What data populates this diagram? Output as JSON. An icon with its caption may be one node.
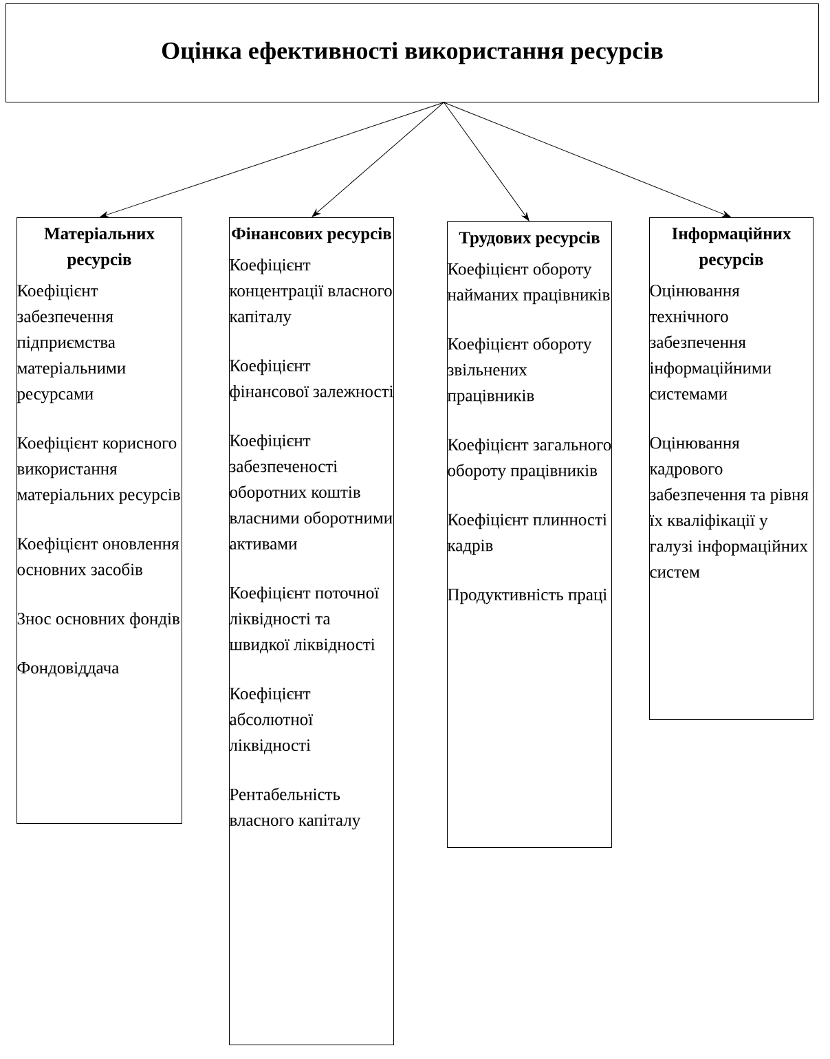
{
  "diagram": {
    "nodes": [
      {
        "text": [
          "Оцінка ефективності використання ресурсів"
        ]
      },
      {
        "text": [
          "Матеріальних ресурсів",
          "Коефіцієнт забезпечення підприємства матеріальними ресурсами",
          "Коефіцієнт корисного використання матеріальних ресурсів",
          "Коефіцієнт оновлення основних засобів",
          "Знос основних фондів",
          "Фондовіддача"
        ]
      },
      {
        "text": [
          "Фінансових ресурсів",
          "Коефіцієнт концентрації власного капіталу",
          "Коефіцієнт фінансової залежності",
          "Коефіцієнт забезпеченості оборотних коштів власними оборотними активами",
          "Коефіцієнт поточної ліквідності та швидкої ліквідності",
          "Коефіцієнт абсолютної ліквідності",
          "Рентабельність власного капіталу"
        ]
      },
      {
        "text": [
          "Трудових ресурсів",
          "Коефіцієнт обороту найманих працівників",
          "Коефіцієнт обороту звільнених працівників",
          "Коефіцієнт загального обороту працівників",
          "Коефіцієнт плинності кадрів",
          "Продуктивність праці"
        ]
      },
      {
        "text": [
          "Інформаційних ресурсів",
          "Оцінювання технічного забезпечення інформаційними системами",
          "Оцінювання кадрового забезпечення та рівня їх кваліфікації у галузі інформаційних систем"
        ]
      }
    ],
    "edges": [
      {
        "from": 0,
        "to": 1,
        "arrow": "to"
      },
      {
        "from": 0,
        "to": 2,
        "arrow": "to"
      },
      {
        "from": 0,
        "to": 3,
        "arrow": "to"
      },
      {
        "from": 0,
        "to": 4,
        "arrow": "to"
      }
    ]
  }
}
